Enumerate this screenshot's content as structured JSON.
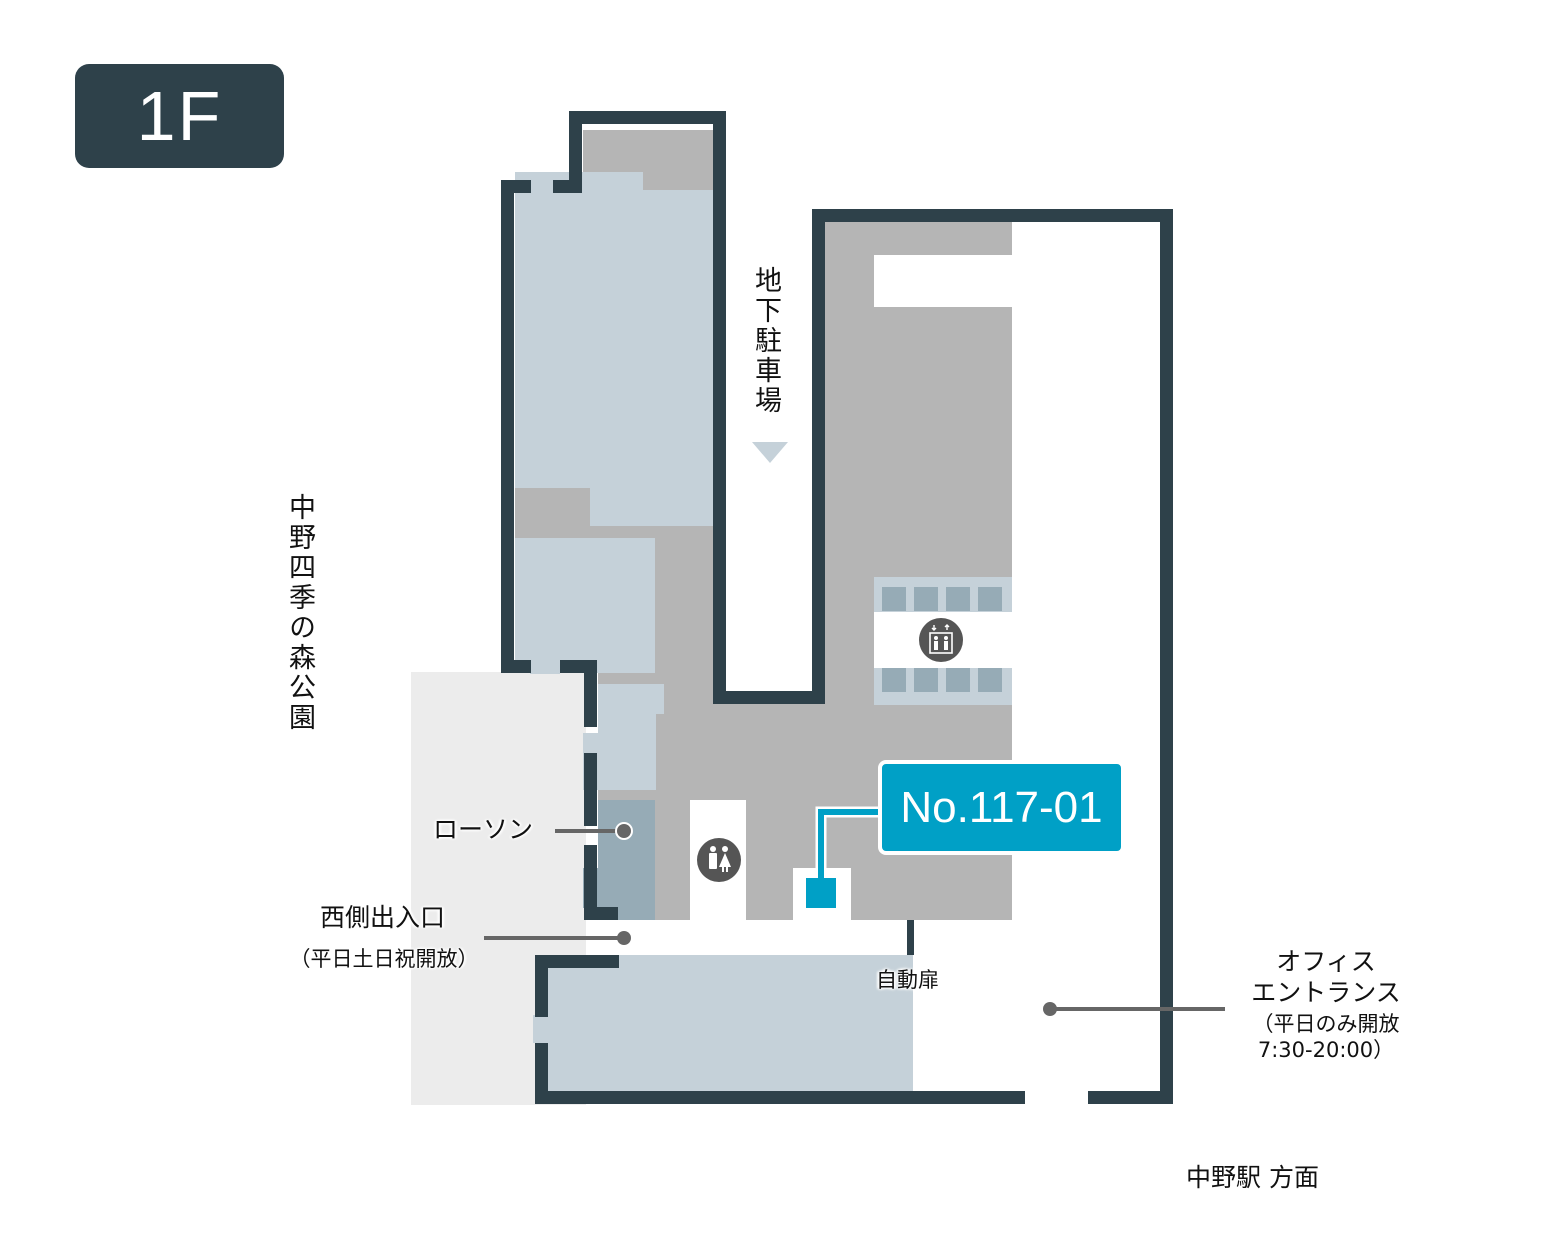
{
  "floor": {
    "label": "1F"
  },
  "colors": {
    "wall": "#2e414a",
    "common_area": "#b5b5b5",
    "tenant_space": "#c5d1d9",
    "lawson_store": "#96abb6",
    "outdoor_park_area": "#ececec",
    "highlight_unit": "#00a0c6",
    "facility_icon": "#555555",
    "leader_line": "#666666"
  },
  "labels": {
    "underground_parking": "地下駐車場",
    "park": "中野四季の森公園",
    "lawson": "ローソン",
    "west_entrance": "西側出入口",
    "west_entrance_hours": "（平日土日祝開放）",
    "automatic_door": "自動扉",
    "office_entrance_line1": "オフィス",
    "office_entrance_line2": "エントランス",
    "office_entrance_hours_line1": "（平日のみ開放",
    "office_entrance_hours_line2": "7:30-20:00）",
    "direction_station": "中野駅 方面"
  },
  "highlight": {
    "unit_label": "No.117-01"
  },
  "icons": {
    "elevator": "elevator-icon",
    "restroom": "restroom-icon",
    "parking_arrow": "arrow-down-triangle"
  }
}
